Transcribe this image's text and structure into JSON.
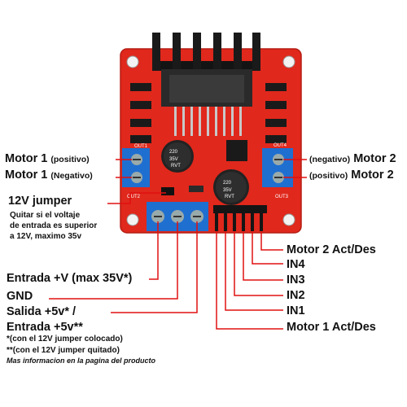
{
  "labels": {
    "motor1_pos": {
      "main": "Motor 1",
      "sub": "(positivo)"
    },
    "motor1_neg": {
      "main": "Motor 1",
      "sub": "(Negativo)"
    },
    "motor2_neg": {
      "sub": "(negativo)",
      "main": "Motor 2"
    },
    "motor2_pos": {
      "sub": "(positivo)",
      "main": "Motor 2"
    },
    "jumper_title": "12V jumper",
    "jumper_desc": [
      "Quitar si el voltaje",
      "de entrada es superior",
      "a 12V, maximo 35v"
    ],
    "entrada_v": "Entrada +V (max 35V*)",
    "gnd": "GND",
    "salida_5v": "Salida +5v* /",
    "entrada_5v": "Entrada +5v**",
    "note1": "*(con el 12V jumper colocado)",
    "note2": "**(con el 12V jumper quitado)",
    "note3": "Mas informacion en la pagina del producto",
    "motor2_act": "Motor 2 Act/Des",
    "in4": "IN4",
    "in3": "IN3",
    "in2": "IN2",
    "in1": "IN1",
    "motor1_act": "Motor 1 Act/Des"
  },
  "board": {
    "silk_out1": "OUT1",
    "silk_out2": "OUT2",
    "silk_out3": "OUT3",
    "silk_out4": "OUT4",
    "cap_value": "220",
    "cap_voltage": "35V",
    "cap_brand": "RVT",
    "pcb_color": "#e0281c",
    "heatsink_color": "#141414",
    "terminal_color": "#1f6fd0",
    "lead_color": "#e01010"
  }
}
